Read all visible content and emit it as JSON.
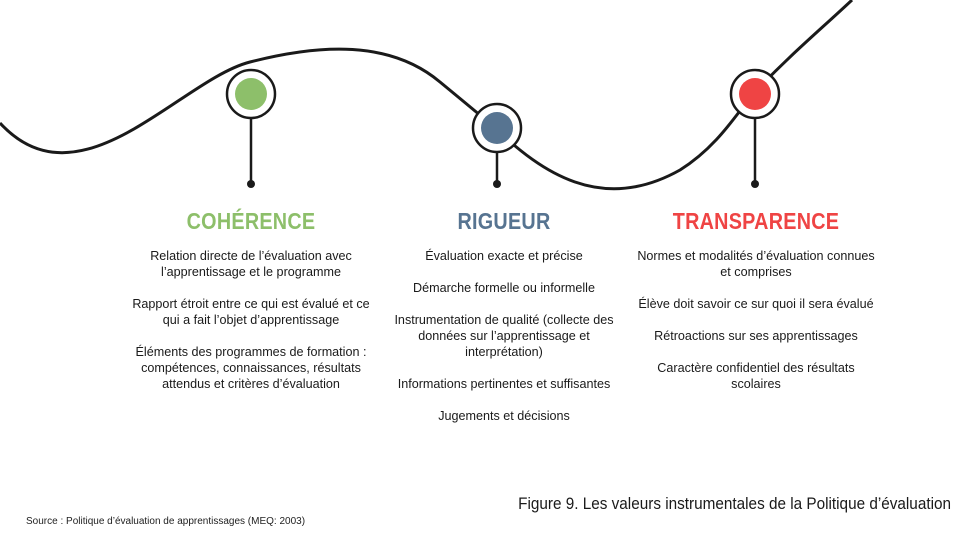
{
  "colors": {
    "line": "#1a1a1a",
    "coherence": "#8dbf6a",
    "rigueur": "#577491",
    "transparence": "#ef4444"
  },
  "values": [
    {
      "key": "coherence",
      "title": "COHÉRENCE",
      "items": [
        "Relation directe de l’évaluation avec l’apprentissage et le programme",
        "Rapport étroit entre ce qui est évalué et ce qui a fait l’objet d’apprentissage",
        "Éléments des programmes de formation : compétences, connaissances, résultats attendus et critères d’évaluation"
      ]
    },
    {
      "key": "rigueur",
      "title": "RIGUEUR",
      "items": [
        "Évaluation exacte et précise",
        "Démarche formelle ou informelle",
        "Instrumentation de qualité (collecte des données sur l’apprentissage et interprétation)",
        "Informations pertinentes et suffisantes",
        "Jugements et décisions"
      ]
    },
    {
      "key": "transparence",
      "title": "TRANSPARENCE",
      "items": [
        "Normes et modalités d’évaluation connues et comprises",
        "Élève doit savoir ce sur quoi il sera évalué",
        "Rétroactions sur ses apprentissages",
        "Caractère confidentiel des résultats scolaires"
      ]
    }
  ],
  "caption": "Figure 9.  Les valeurs instrumentales de la Politique d’évaluation",
  "source": "Source : Politique d’évaluation de apprentissages (MEQ: 2003)"
}
